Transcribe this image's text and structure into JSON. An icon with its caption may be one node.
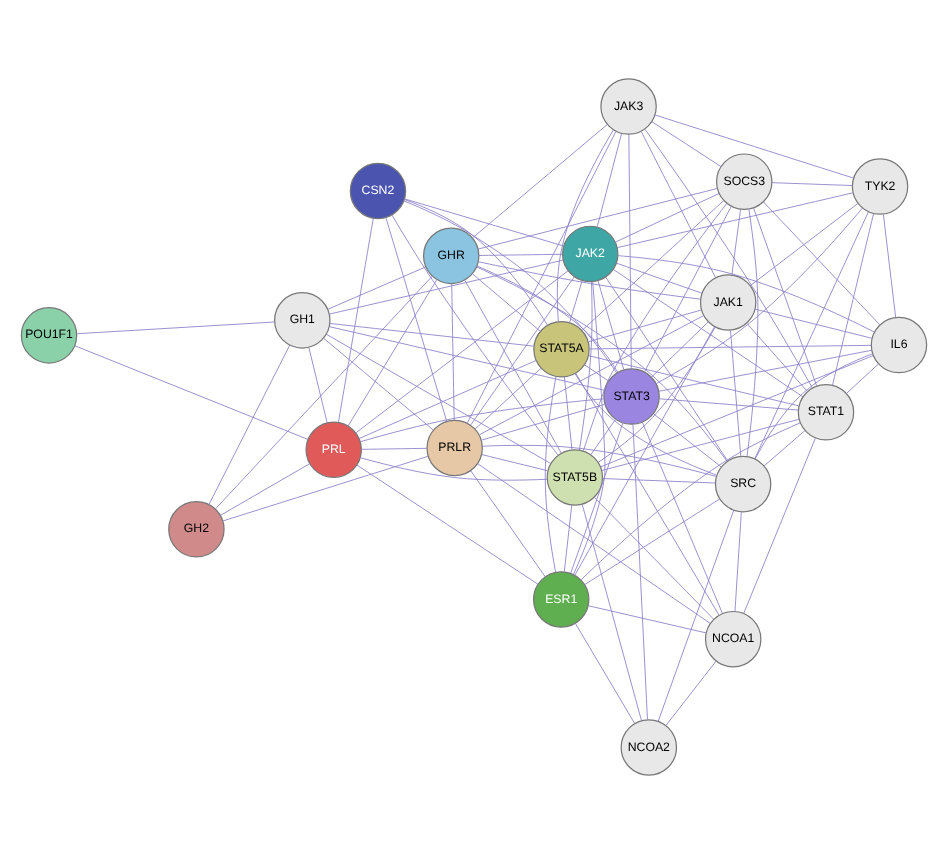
{
  "diagram": {
    "nodes": [
      {
        "text": [
          "NCOA2"
        ]
      },
      {
        "text": [
          "NCOA1"
        ]
      },
      {
        "text": [
          "ESR1"
        ]
      },
      {
        "text": [
          "SRC"
        ]
      },
      {
        "text": [
          "CSN2"
        ]
      },
      {
        "text": [
          "STAT3"
        ]
      },
      {
        "text": [
          "STAT5B"
        ]
      },
      {
        "text": [
          "STAT1"
        ]
      },
      {
        "text": [
          "PRL"
        ]
      },
      {
        "text": [
          "STAT5A"
        ]
      },
      {
        "text": [
          "IL6"
        ]
      },
      {
        "text": [
          "JAK2"
        ]
      },
      {
        "text": [
          "PRLR"
        ]
      },
      {
        "text": [
          "JAK1"
        ]
      },
      {
        "text": [
          "TYK2"
        ]
      },
      {
        "text": [
          "GH2"
        ]
      },
      {
        "text": [
          "SOCS3"
        ]
      },
      {
        "text": [
          "POU1F1"
        ]
      },
      {
        "text": [
          "GHR"
        ]
      },
      {
        "text": [
          "JAK3"
        ]
      },
      {
        "text": [
          "GH1"
        ]
      }
    ],
    "edges": [
      {
        "from": 0,
        "to": 1,
        "arrow": "none"
      },
      {
        "from": 0,
        "to": 2,
        "arrow": "none"
      },
      {
        "from": 0,
        "to": 3,
        "arrow": "none"
      },
      {
        "from": 0,
        "to": 5,
        "arrow": "none"
      },
      {
        "from": 0,
        "to": 6,
        "arrow": "none"
      },
      {
        "from": 1,
        "to": 2,
        "arrow": "none"
      },
      {
        "from": 1,
        "to": 3,
        "arrow": "none"
      },
      {
        "from": 1,
        "to": 5,
        "arrow": "none"
      },
      {
        "from": 1,
        "to": 6,
        "arrow": "none"
      },
      {
        "from": 1,
        "to": 9,
        "arrow": "none"
      },
      {
        "from": 1,
        "to": 7,
        "arrow": "none"
      },
      {
        "from": 1,
        "to": 12,
        "arrow": "none"
      },
      {
        "from": 2,
        "to": 3,
        "arrow": "none"
      },
      {
        "from": 2,
        "to": 5,
        "arrow": "none"
      },
      {
        "from": 2,
        "to": 6,
        "arrow": "none"
      },
      {
        "from": 2,
        "to": 9,
        "arrow": "none"
      },
      {
        "from": 2,
        "to": 7,
        "arrow": "none"
      },
      {
        "from": 2,
        "to": 11,
        "arrow": "none"
      },
      {
        "from": 2,
        "to": 8,
        "arrow": "none"
      },
      {
        "from": 2,
        "to": 12,
        "arrow": "none"
      },
      {
        "from": 2,
        "to": 13,
        "arrow": "none"
      },
      {
        "from": 3,
        "to": 5,
        "arrow": "none"
      },
      {
        "from": 3,
        "to": 6,
        "arrow": "none"
      },
      {
        "from": 3,
        "to": 9,
        "arrow": "none"
      },
      {
        "from": 3,
        "to": 7,
        "arrow": "none"
      },
      {
        "from": 3,
        "to": 11,
        "arrow": "none"
      },
      {
        "from": 3,
        "to": 13,
        "arrow": "none"
      },
      {
        "from": 3,
        "to": 10,
        "arrow": "none"
      },
      {
        "from": 3,
        "to": 14,
        "arrow": "none"
      },
      {
        "from": 3,
        "to": 12,
        "arrow": "none"
      },
      {
        "from": 3,
        "to": 18,
        "arrow": "none"
      },
      {
        "from": 3,
        "to": 16,
        "arrow": "none"
      },
      {
        "from": 4,
        "to": 8,
        "arrow": "none"
      },
      {
        "from": 4,
        "to": 9,
        "arrow": "none"
      },
      {
        "from": 4,
        "to": 6,
        "arrow": "none"
      },
      {
        "from": 4,
        "to": 12,
        "arrow": "none"
      },
      {
        "from": 4,
        "to": 11,
        "arrow": "none"
      },
      {
        "from": 4,
        "to": 5,
        "arrow": "none"
      },
      {
        "from": 5,
        "to": 6,
        "arrow": "none"
      },
      {
        "from": 5,
        "to": 9,
        "arrow": "none"
      },
      {
        "from": 5,
        "to": 7,
        "arrow": "none"
      },
      {
        "from": 5,
        "to": 11,
        "arrow": "none"
      },
      {
        "from": 5,
        "to": 10,
        "arrow": "none"
      },
      {
        "from": 5,
        "to": 13,
        "arrow": "none"
      },
      {
        "from": 5,
        "to": 14,
        "arrow": "none"
      },
      {
        "from": 5,
        "to": 16,
        "arrow": "none"
      },
      {
        "from": 5,
        "to": 8,
        "arrow": "none"
      },
      {
        "from": 5,
        "to": 12,
        "arrow": "none"
      },
      {
        "from": 5,
        "to": 18,
        "arrow": "none"
      },
      {
        "from": 5,
        "to": 19,
        "arrow": "none"
      },
      {
        "from": 5,
        "to": 20,
        "arrow": "none"
      },
      {
        "from": 6,
        "to": 9,
        "arrow": "none"
      },
      {
        "from": 6,
        "to": 7,
        "arrow": "none"
      },
      {
        "from": 6,
        "to": 11,
        "arrow": "none"
      },
      {
        "from": 6,
        "to": 10,
        "arrow": "none"
      },
      {
        "from": 6,
        "to": 13,
        "arrow": "none"
      },
      {
        "from": 6,
        "to": 16,
        "arrow": "none"
      },
      {
        "from": 6,
        "to": 8,
        "arrow": "none"
      },
      {
        "from": 6,
        "to": 12,
        "arrow": "none"
      },
      {
        "from": 6,
        "to": 18,
        "arrow": "none"
      },
      {
        "from": 6,
        "to": 20,
        "arrow": "none"
      },
      {
        "from": 7,
        "to": 9,
        "arrow": "none"
      },
      {
        "from": 7,
        "to": 10,
        "arrow": "none"
      },
      {
        "from": 7,
        "to": 11,
        "arrow": "none"
      },
      {
        "from": 7,
        "to": 13,
        "arrow": "none"
      },
      {
        "from": 7,
        "to": 14,
        "arrow": "none"
      },
      {
        "from": 7,
        "to": 16,
        "arrow": "none"
      },
      {
        "from": 7,
        "to": 19,
        "arrow": "none"
      },
      {
        "from": 8,
        "to": 9,
        "arrow": "none"
      },
      {
        "from": 8,
        "to": 12,
        "arrow": "none"
      },
      {
        "from": 8,
        "to": 15,
        "arrow": "none"
      },
      {
        "from": 8,
        "to": 20,
        "arrow": "none"
      },
      {
        "from": 8,
        "to": 17,
        "arrow": "none"
      },
      {
        "from": 8,
        "to": 11,
        "arrow": "none"
      },
      {
        "from": 8,
        "to": 18,
        "arrow": "none"
      },
      {
        "from": 9,
        "to": 11,
        "arrow": "none"
      },
      {
        "from": 9,
        "to": 10,
        "arrow": "none"
      },
      {
        "from": 9,
        "to": 13,
        "arrow": "none"
      },
      {
        "from": 9,
        "to": 12,
        "arrow": "none"
      },
      {
        "from": 9,
        "to": 18,
        "arrow": "none"
      },
      {
        "from": 9,
        "to": 16,
        "arrow": "none"
      },
      {
        "from": 9,
        "to": 20,
        "arrow": "none"
      },
      {
        "from": 9,
        "to": 19,
        "arrow": "none"
      },
      {
        "from": 10,
        "to": 11,
        "arrow": "none"
      },
      {
        "from": 10,
        "to": 13,
        "arrow": "none"
      },
      {
        "from": 10,
        "to": 14,
        "arrow": "none"
      },
      {
        "from": 10,
        "to": 16,
        "arrow": "none"
      },
      {
        "from": 11,
        "to": 13,
        "arrow": "none"
      },
      {
        "from": 11,
        "to": 14,
        "arrow": "none"
      },
      {
        "from": 11,
        "to": 12,
        "arrow": "none"
      },
      {
        "from": 11,
        "to": 18,
        "arrow": "none"
      },
      {
        "from": 11,
        "to": 16,
        "arrow": "none"
      },
      {
        "from": 11,
        "to": 19,
        "arrow": "none"
      },
      {
        "from": 11,
        "to": 20,
        "arrow": "none"
      },
      {
        "from": 12,
        "to": 15,
        "arrow": "none"
      },
      {
        "from": 12,
        "to": 20,
        "arrow": "none"
      },
      {
        "from": 12,
        "to": 18,
        "arrow": "none"
      },
      {
        "from": 12,
        "to": 13,
        "arrow": "none"
      },
      {
        "from": 12,
        "to": 19,
        "arrow": "none"
      },
      {
        "from": 13,
        "to": 14,
        "arrow": "none"
      },
      {
        "from": 13,
        "to": 16,
        "arrow": "none"
      },
      {
        "from": 13,
        "to": 19,
        "arrow": "none"
      },
      {
        "from": 13,
        "to": 18,
        "arrow": "none"
      },
      {
        "from": 14,
        "to": 16,
        "arrow": "none"
      },
      {
        "from": 14,
        "to": 19,
        "arrow": "none"
      },
      {
        "from": 15,
        "to": 20,
        "arrow": "none"
      },
      {
        "from": 15,
        "to": 18,
        "arrow": "none"
      },
      {
        "from": 16,
        "to": 18,
        "arrow": "none"
      },
      {
        "from": 16,
        "to": 19,
        "arrow": "none"
      },
      {
        "from": 17,
        "to": 20,
        "arrow": "none"
      },
      {
        "from": 18,
        "to": 20,
        "arrow": "none"
      },
      {
        "from": 18,
        "to": 19,
        "arrow": "none"
      }
    ]
  }
}
